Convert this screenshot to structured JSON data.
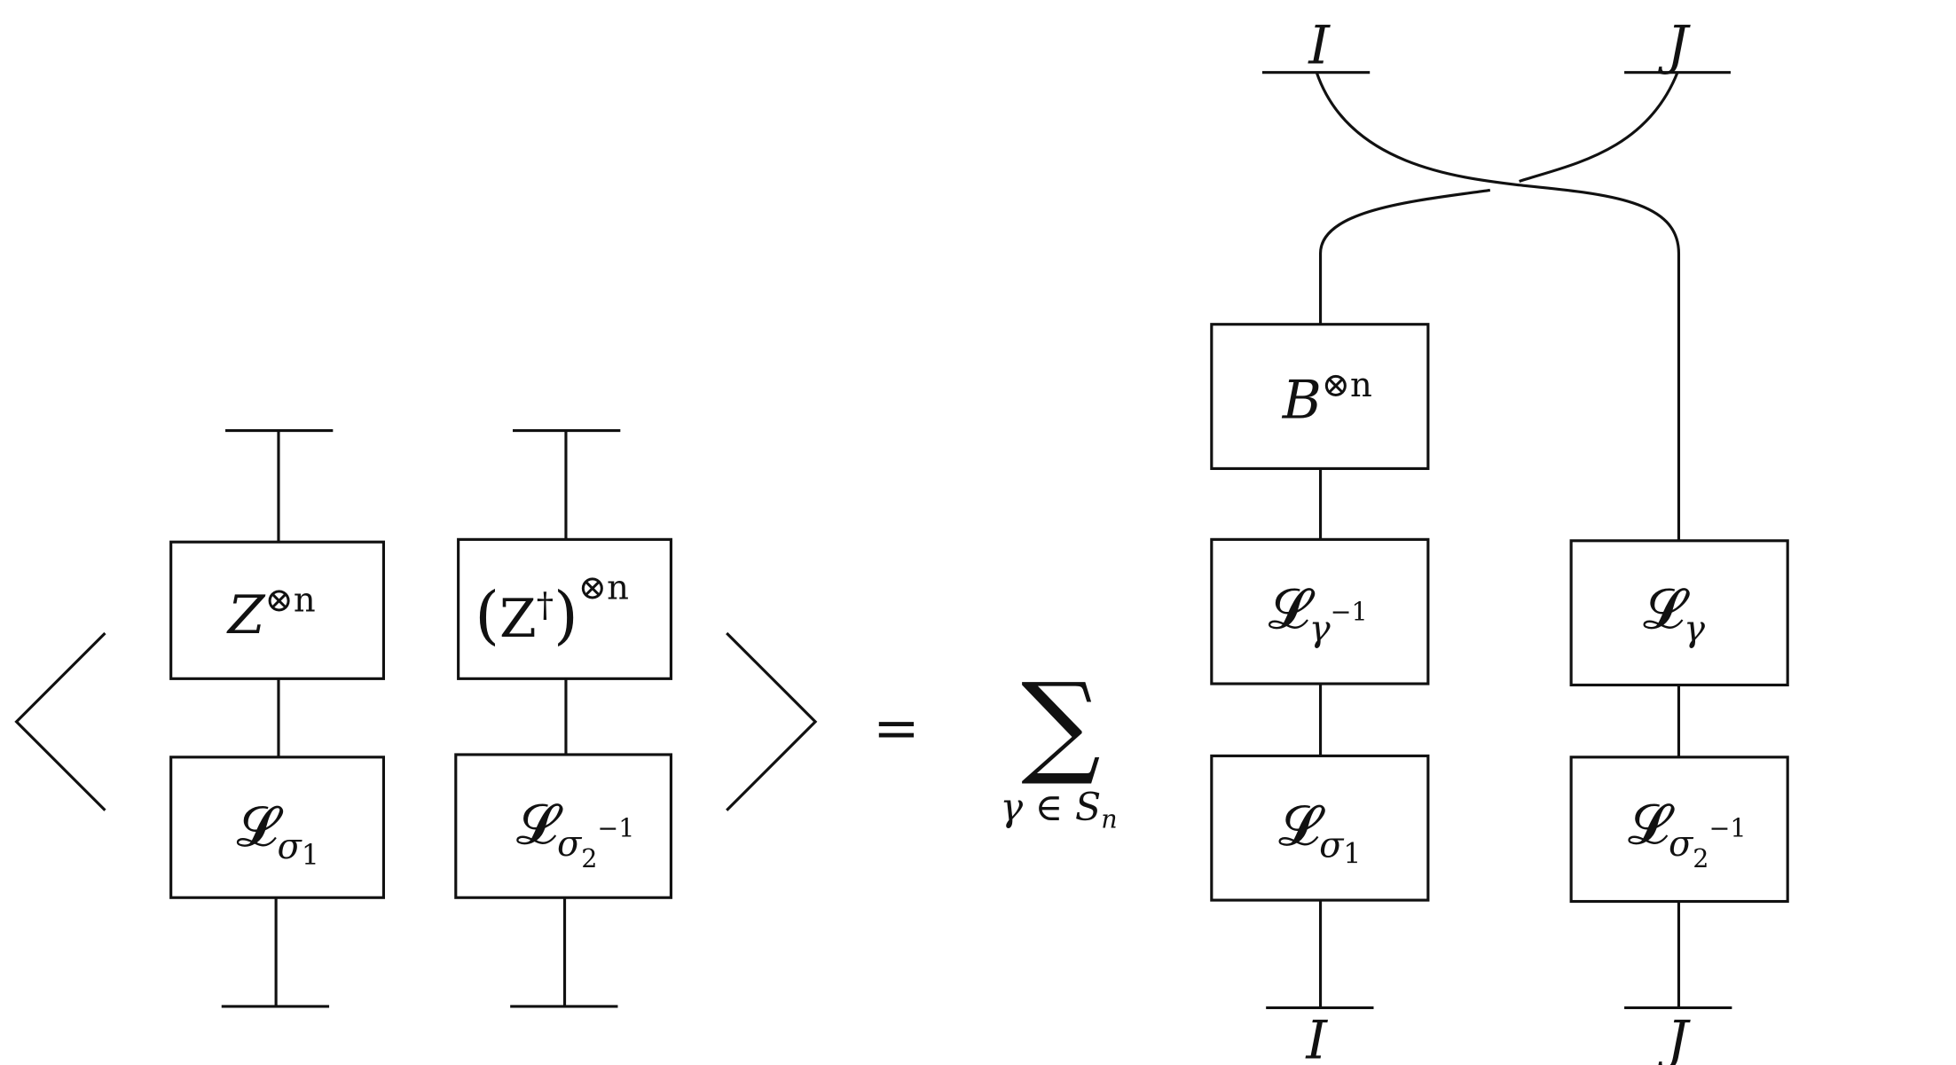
{
  "colors": {
    "stroke": "#111111",
    "background": "#ffffff"
  },
  "left": {
    "z_box": {
      "base": "Z",
      "sup": "⊗n"
    },
    "zdag_box": {
      "open": "(",
      "base": "Z",
      "dag": "†",
      "close": ")",
      "sup": "⊗n"
    },
    "l_sigma1_box": {
      "base": "𝓛",
      "sub": "σ",
      "subsub": "1"
    },
    "l_sigma2inv_box": {
      "base": "𝓛",
      "sub": "σ",
      "subsub": "2",
      "subsup": "−1"
    }
  },
  "equals": "=",
  "sum": {
    "symbol": "∑",
    "index": "γ ∈ S",
    "index_sub": "n"
  },
  "right": {
    "label_top_left": "I",
    "label_top_right": "J",
    "label_bottom_left": "I",
    "label_bottom_right": "J",
    "b_box": {
      "base": "B",
      "sup": "⊗n"
    },
    "l_gammainv_box": {
      "base": "𝓛",
      "sub": "γ",
      "subsup": "−1"
    },
    "l_gamma_box": {
      "base": "𝓛",
      "sub": "γ"
    },
    "l_sigma1_box": {
      "base": "𝓛",
      "sub": "σ",
      "subsub": "1"
    },
    "l_sigma2inv_box": {
      "base": "𝓛",
      "sub": "σ",
      "subsub": "2",
      "subsup": "−1"
    }
  }
}
